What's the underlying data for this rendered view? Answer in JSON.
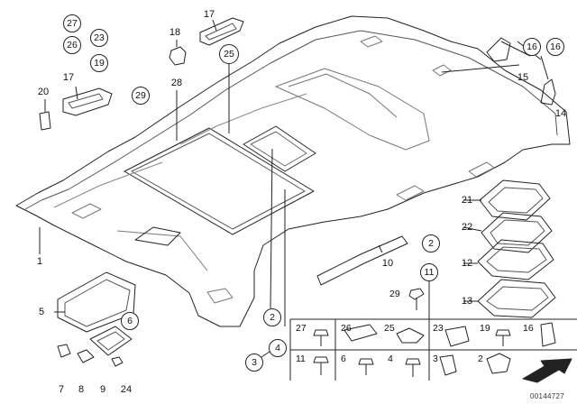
{
  "diagram": {
    "document_number": "00144727",
    "callouts": {
      "c27": "27",
      "c26": "26",
      "c23": "23",
      "c19": "19",
      "c17a": "17",
      "c18": "18",
      "c17b": "17",
      "c25": "25",
      "c16a": "16",
      "c16b": "16",
      "c15": "15",
      "c14": "14",
      "c20": "20",
      "c29a": "29",
      "c28": "28",
      "c1": "1",
      "c5": "5",
      "c6": "6",
      "c7": "7",
      "c8": "8",
      "c9": "9",
      "c24": "24",
      "c2a": "2",
      "c4a": "4",
      "c3a": "3",
      "c10": "10",
      "c2b": "2",
      "c11a": "11",
      "c21": "21",
      "c22": "22",
      "c12": "12",
      "c13": "13"
    },
    "grid": {
      "r1": [
        "29"
      ],
      "r2": [
        "27",
        "26",
        "25",
        "23",
        "19",
        "16"
      ],
      "r3": [
        "11",
        "6",
        "4",
        "3",
        "2"
      ]
    }
  }
}
